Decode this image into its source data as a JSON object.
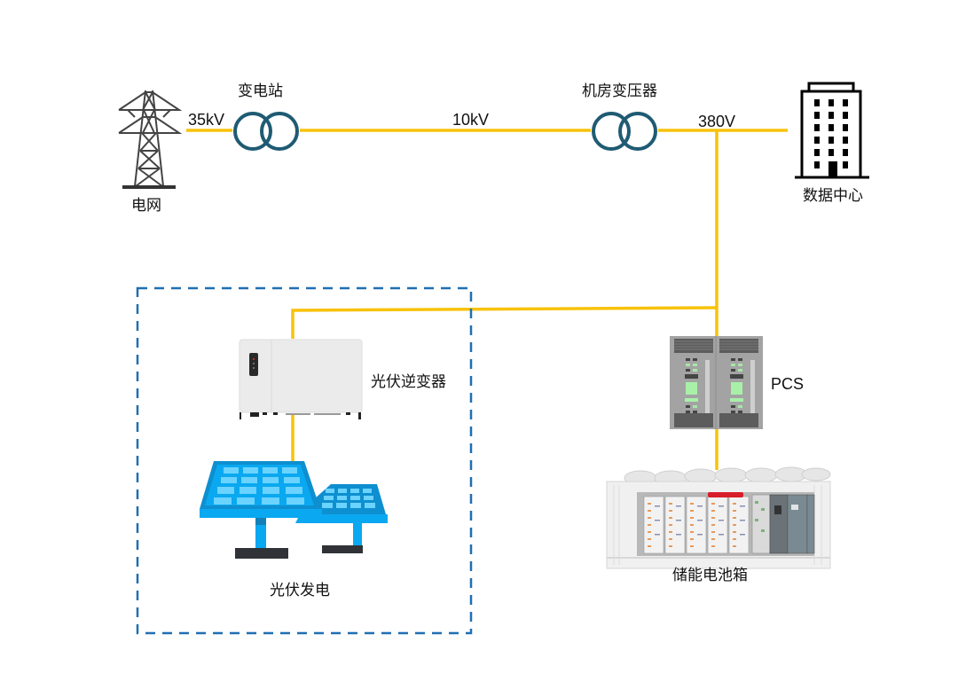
{
  "diagram": {
    "type": "power-system-architecture",
    "colors": {
      "power_line": "#F8C20A",
      "transformer": "#1F5B73",
      "dashed_boundary": "#1F6FB2",
      "pv_panel": "#0AA8F0",
      "pv_cell": "#6BD3FF",
      "text": "#111111"
    },
    "nodes": {
      "grid": {
        "label": "电网",
        "icon": "transmission-tower-icon"
      },
      "substation": {
        "label": "变电站",
        "icon": "transformer-icon"
      },
      "room_transformer": {
        "label": "机房变压器",
        "icon": "transformer-icon"
      },
      "datacenter": {
        "label": "数据中心",
        "icon": "building-icon"
      },
      "pv_inverter": {
        "label": "光伏逆变器",
        "icon": "inverter-icon"
      },
      "pv_generation": {
        "label": "光伏发电",
        "icon": "solar-panel-icon"
      },
      "pcs": {
        "label": "PCS",
        "icon": "pcs-cabinet-icon"
      },
      "battery": {
        "label": "储能电池箱",
        "icon": "battery-container-icon"
      }
    },
    "voltages": {
      "grid_to_substation": "35kV",
      "substation_to_room": "10kV",
      "room_to_datacenter": "380V"
    },
    "edges": [
      {
        "from": "grid",
        "to": "substation",
        "voltage": "35kV"
      },
      {
        "from": "substation",
        "to": "room_transformer",
        "voltage": "10kV"
      },
      {
        "from": "room_transformer",
        "to": "datacenter",
        "voltage": "380V"
      },
      {
        "from": "380V-bus",
        "to": "pv_inverter"
      },
      {
        "from": "pv_inverter",
        "to": "pv_generation"
      },
      {
        "from": "380V-bus",
        "to": "pcs"
      },
      {
        "from": "pcs",
        "to": "battery"
      }
    ],
    "groups": [
      {
        "name": "pv-system",
        "members": [
          "pv_inverter",
          "pv_generation"
        ],
        "style": "dashed"
      }
    ]
  }
}
